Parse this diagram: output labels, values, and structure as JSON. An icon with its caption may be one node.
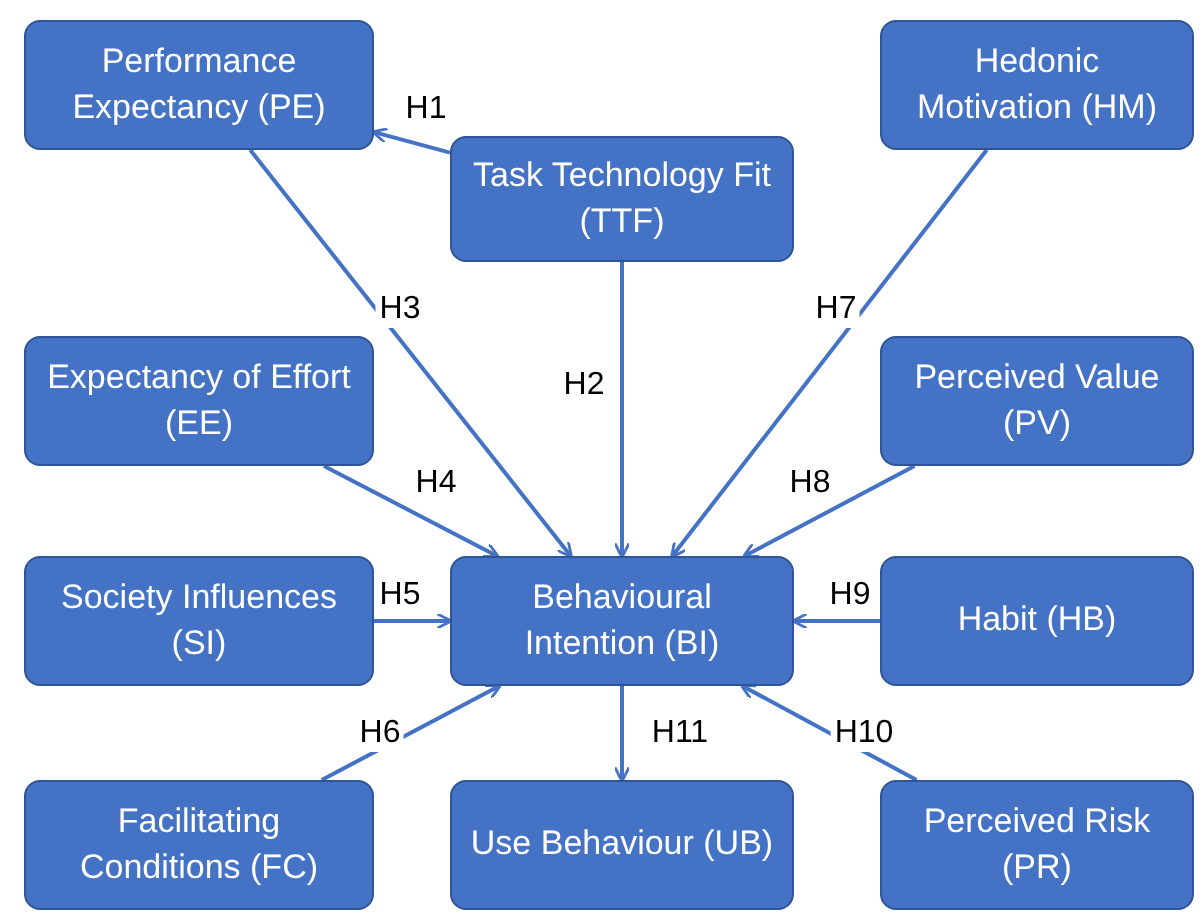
{
  "diagram": {
    "nodes": [
      {
        "text": [
          "Performance Expectancy (PE)"
        ]
      },
      {
        "text": [
          "Hedonic Motivation (HM)"
        ]
      },
      {
        "text": [
          "Task Technology Fit (TTF)"
        ]
      },
      {
        "text": [
          "Expectancy of Effort (EE)"
        ]
      },
      {
        "text": [
          "Perceived Value (PV)"
        ]
      },
      {
        "text": [
          "Society Influences (SI)"
        ]
      },
      {
        "text": [
          "Behavioural Intention (BI)"
        ]
      },
      {
        "text": [
          "Habit (HB)"
        ]
      },
      {
        "text": [
          "Facilitating Conditions (FC)"
        ]
      },
      {
        "text": [
          "Use Behaviour (UB)"
        ]
      },
      {
        "text": [
          "Perceived Risk (PR)"
        ]
      }
    ],
    "edges": [
      {
        "from": 2,
        "to": 0,
        "arrow": "to",
        "label": "H1"
      },
      {
        "from": 2,
        "to": 6,
        "arrow": "to",
        "label": "H2"
      },
      {
        "from": 0,
        "to": 6,
        "arrow": "to",
        "label": "H3"
      },
      {
        "from": 3,
        "to": 6,
        "arrow": "to",
        "label": "H4"
      },
      {
        "from": 5,
        "to": 6,
        "arrow": "to",
        "label": "H5"
      },
      {
        "from": 8,
        "to": 6,
        "arrow": "to",
        "label": "H6"
      },
      {
        "from": 1,
        "to": 6,
        "arrow": "to",
        "label": "H7"
      },
      {
        "from": 4,
        "to": 6,
        "arrow": "to",
        "label": "H8"
      },
      {
        "from": 7,
        "to": 6,
        "arrow": "to",
        "label": "H9"
      },
      {
        "from": 10,
        "to": 6,
        "arrow": "to",
        "label": "H10"
      },
      {
        "from": 6,
        "to": 9,
        "arrow": "to",
        "label": "H11"
      }
    ]
  }
}
